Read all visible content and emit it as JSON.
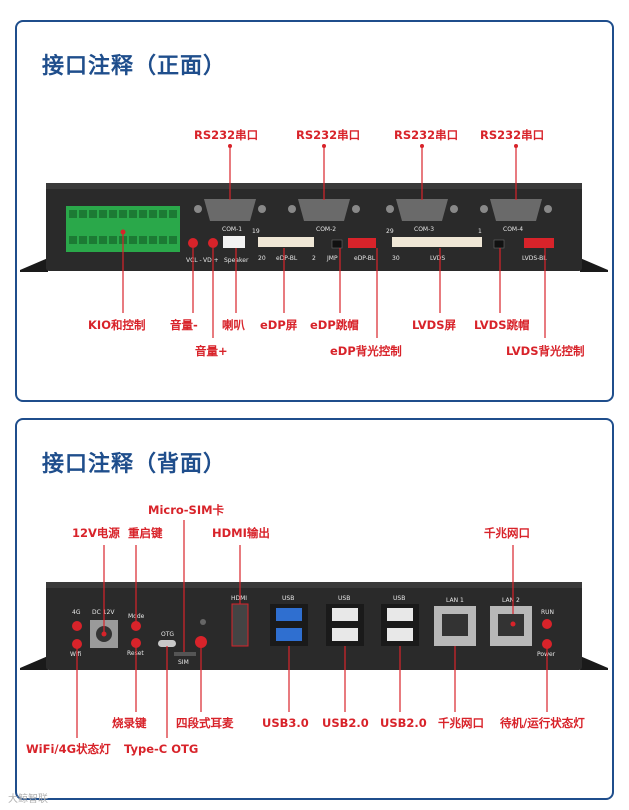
{
  "front": {
    "title": "接口注释（正面）",
    "labels": {
      "rs232_1": "RS232串口",
      "rs232_2": "RS232串口",
      "rs232_3": "RS232串口",
      "rs232_4": "RS232串口",
      "kio": "KIO和控制",
      "vol_minus": "音量-",
      "vol_plus": "音量+",
      "speaker": "喇叭",
      "edp_screen": "eDP屏",
      "edp_jumper": "eDP跳帽",
      "edp_backlight": "eDP背光控制",
      "lvds_screen": "LVDS屏",
      "lvds_jumper": "LVDS跳帽",
      "lvds_backlight": "LVDS背光控制"
    },
    "silk": {
      "com1": "COM-1",
      "com2": "COM-2",
      "com3": "COM-3",
      "com4": "COM-4",
      "speaker": "Speaker",
      "edp_bl": "eDP-BL",
      "jmp": "JMP",
      "edp_bl2": "eDP-BL",
      "lvds": "LVDS",
      "lvds_bl": "LVDS-BL",
      "vcl": "VCL -",
      "vd": "VD +",
      "pin19": "19",
      "pin20": "20",
      "pin2": "2",
      "pin29": "29",
      "pin30": "30",
      "pin1": "1"
    }
  },
  "back": {
    "title": "接口注释（背面）",
    "labels": {
      "micro_sim": "Micro-SIM卡",
      "power_12v": "12V电源",
      "reset_key": "重启键",
      "hdmi": "HDMI输出",
      "gigabit_lan": "千兆网口",
      "flash_key": "烧录键",
      "headset": "四段式耳麦",
      "usb30": "USB3.0",
      "usb20_a": "USB2.0",
      "usb20_b": "USB2.0",
      "lan_b": "千兆网口",
      "status_led": "待机/运行状态灯",
      "wifi_led": "WiFi/4G状态灯",
      "typec": "Type-C OTG"
    },
    "silk": {
      "led4g": "4G",
      "wifi": "Wifi",
      "dc12v": "DC 12V",
      "mode": "Mode",
      "reset": "Reset",
      "otg": "OTG",
      "sim": "SIM",
      "hdmi": "HDMI",
      "usb1": "USB",
      "usb2": "USB",
      "usb3": "USB",
      "lan1": "LAN 1",
      "lan2": "LAN 2",
      "run": "RUN",
      "power": "Power"
    }
  },
  "watermark": "大鲸智联",
  "colors": {
    "accent": "#1f4e8c",
    "label": "#d8232a",
    "device": "#2a2a2a"
  }
}
